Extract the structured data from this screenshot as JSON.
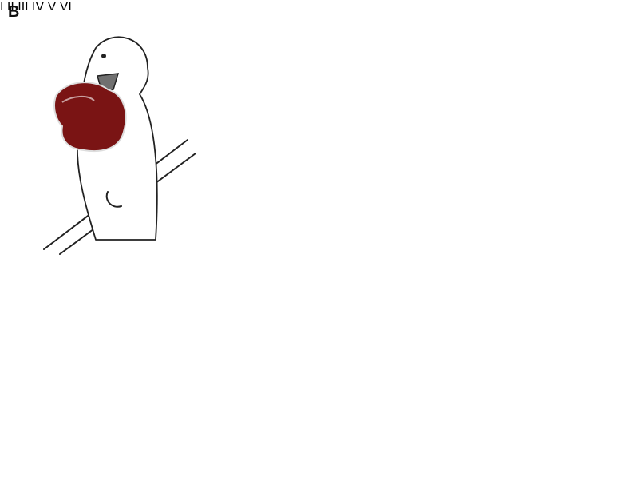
{
  "figure": {
    "panel_letter": "B",
    "panels": [
      {
        "label": "I"
      },
      {
        "label": "II"
      },
      {
        "label": "III"
      },
      {
        "label": "IV"
      },
      {
        "label": "V"
      },
      {
        "label": "VI"
      }
    ]
  },
  "colors": {
    "background": "#ffffff",
    "outline": "#222222",
    "beak": "#707070",
    "tongue": "#9b87b0",
    "red_object": "#7a1414",
    "brown_object": "#7a5c3c",
    "green_stem": "#7ed03a",
    "box_inner": "#8a6a3a"
  }
}
